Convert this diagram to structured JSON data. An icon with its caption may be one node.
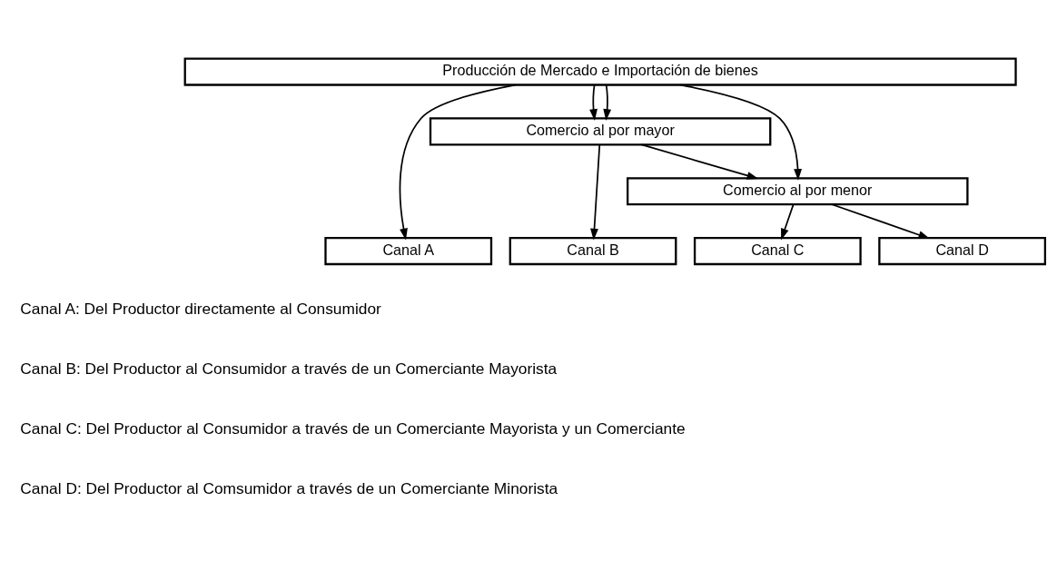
{
  "diagram": {
    "nodes": [
      {
        "text": [
          "Producción de Mercado e Importación de bienes"
        ]
      },
      {
        "text": [
          "Comercio al por mayor"
        ]
      },
      {
        "text": [
          "Comercio al por menor"
        ]
      },
      {
        "text": [
          "Canal A"
        ]
      },
      {
        "text": [
          "Canal B"
        ]
      },
      {
        "text": [
          "Canal C"
        ]
      },
      {
        "text": [
          "Canal D"
        ]
      }
    ],
    "edges": [
      {
        "from": 0,
        "to": 3,
        "arrow": "to"
      },
      {
        "from": 0,
        "to": 1,
        "arrow": "to"
      },
      {
        "from": 0,
        "to": 1,
        "arrow": "to"
      },
      {
        "from": 0,
        "to": 2,
        "arrow": "to"
      },
      {
        "from": 1,
        "to": 4,
        "arrow": "to"
      },
      {
        "from": 1,
        "to": 2,
        "arrow": "to"
      },
      {
        "from": 2,
        "to": 5,
        "arrow": "to"
      },
      {
        "from": 2,
        "to": 6,
        "arrow": "to"
      }
    ],
    "labels": [
      "Canal A: Del Productor directamente al Consumidor",
      "Canal B: Del Productor al Consumidor a través de un Comerciante Mayorista",
      "Canal C: Del Productor al Consumidor a través de un Comerciante Mayorista y un Comerciante",
      "Canal D: Del Productor al Comsumidor a través de un Comerciante Minorista"
    ]
  }
}
